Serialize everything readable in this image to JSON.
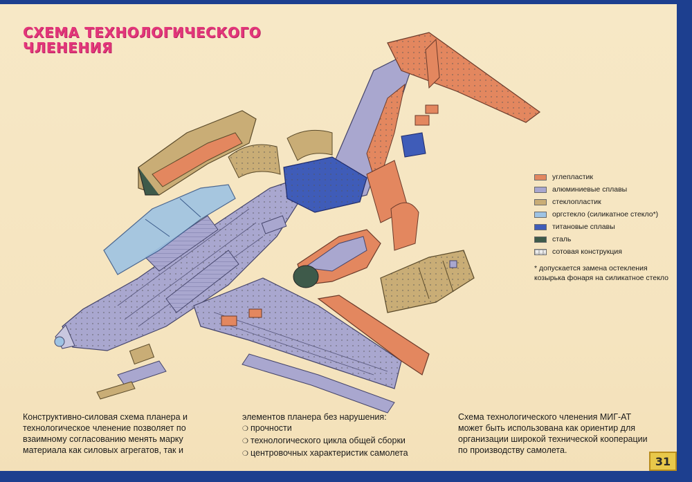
{
  "title": {
    "line1": "СХЕМА ТЕХНОЛОГИЧЕСКОГО",
    "line2": "ЧЛЕНЕНИЯ"
  },
  "legend": {
    "items": [
      {
        "label": "углепластик",
        "color": "#e3875f"
      },
      {
        "label": "алюминиевые сплавы",
        "color": "#a9a7cf"
      },
      {
        "label": "стеклопластик",
        "color": "#c9ad76"
      },
      {
        "label": "оргстекло (силикатное стекло*)",
        "color": "#9ec3e3"
      },
      {
        "label": "титановые сплавы",
        "color": "#3f5cb8"
      },
      {
        "label": "сталь",
        "color": "#3e5a4a"
      },
      {
        "label": "сотовая конструкция",
        "color": "#bbbbbb"
      }
    ],
    "note": "* допускается замена остекления козырька фонаря на силикатное стекло"
  },
  "text": {
    "col1": "Конструктивно-силовая схема планера и технологическое членение позволяет по взаимному согласованию менять марку материала как силовых агрегатов, так и",
    "col2_intro": "элементов планера без нарушения:",
    "col2_bullets": [
      "прочности",
      "технологического цикла общей сборки",
      "центровочных характеристик самолета"
    ],
    "col3": "Схема технологического членения МИГ-АТ может быть использована как ориентир для организации широкой технической кооперации по производству самолета."
  },
  "page_number": "31"
}
